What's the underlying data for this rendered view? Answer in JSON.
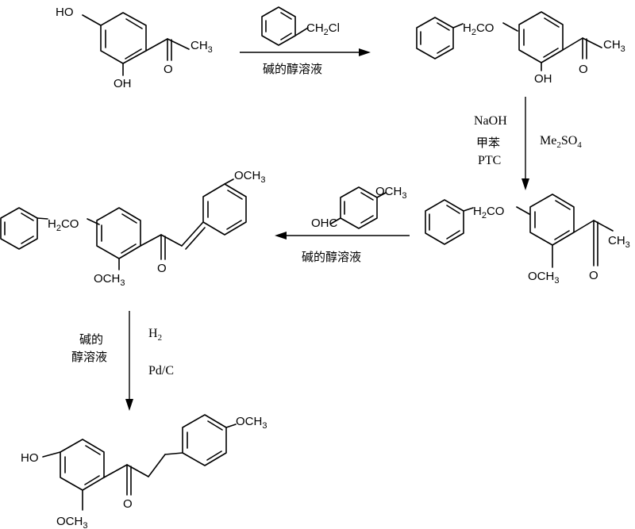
{
  "structures": {
    "resacetophenone": {
      "oh_top": "HO",
      "oh_bottom": "OH",
      "methyl": "CH",
      "methyl_sub": "3",
      "carbonyl": "O"
    },
    "benzyl_chloride": {
      "ch2cl_a": "CH",
      "ch2cl_sub": "2",
      "ch2cl_b": "Cl"
    },
    "benzyl_ether": {
      "h2co_a": "H",
      "h2co_sub": "2",
      "h2co_b": "CO",
      "oh": "OH",
      "methyl": "CH",
      "methyl_sub": "3",
      "carbonyl": "O"
    },
    "methyl_ether": {
      "h2co_a": "H",
      "h2co_sub": "2",
      "h2co_b": "CO",
      "och3": "OCH",
      "och3_sub": "3",
      "methyl": "CH",
      "methyl_sub": "3",
      "carbonyl": "O"
    },
    "anisaldehyde": {
      "och3": "OCH",
      "och3_sub": "3",
      "ohc": "OHC"
    },
    "chalcone": {
      "h2co_a": "H",
      "h2co_sub": "2",
      "h2co_b": "CO",
      "och3_top": "OCH",
      "och3_top_sub": "3",
      "och3_bottom": "OCH",
      "och3_bottom_sub": "3",
      "carbonyl": "O"
    },
    "dihydrochalcone": {
      "ho": "HO",
      "och3_top": "OCH",
      "och3_top_sub": "3",
      "och3_bottom": "OCH",
      "och3_bottom_sub": "3",
      "carbonyl": "O"
    }
  },
  "conditions": {
    "step1_solvent": "碱的醇溶液",
    "step2_base": "NaOH",
    "step2_solvent": "甲苯",
    "step2_catalyst": "PTC",
    "step2_reagent_a": "Me",
    "step2_reagent_sub1": "2",
    "step2_reagent_b": "SO",
    "step2_reagent_sub2": "4",
    "step3_solvent": "碱的醇溶液",
    "step4_solvent_line1": "碱的",
    "step4_solvent_line2": "醇溶液",
    "step4_gas": "H",
    "step4_gas_sub": "2",
    "step4_catalyst": "Pd/C"
  }
}
